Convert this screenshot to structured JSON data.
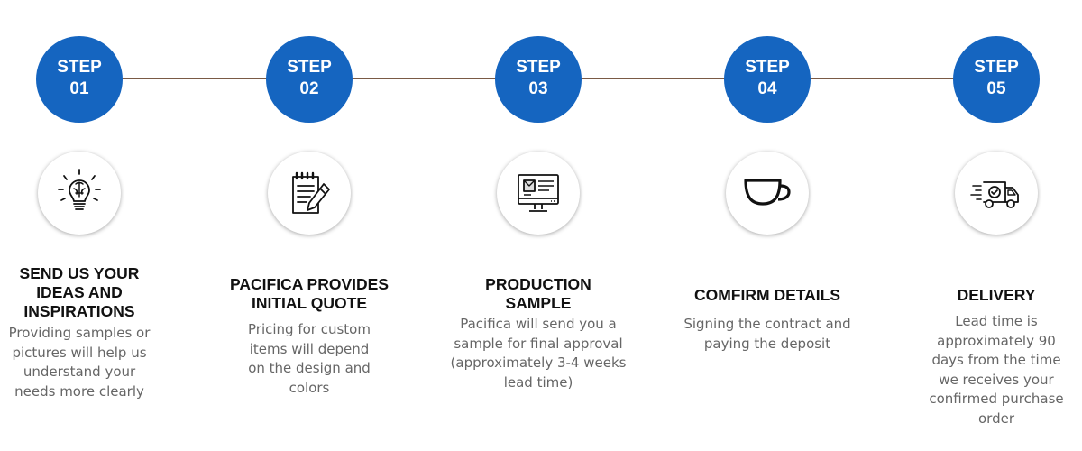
{
  "steps": [
    {
      "label": "STEP",
      "number": "01",
      "icon": "brain-lightbulb-icon",
      "title": [
        "SEND US YOUR",
        "IDEAS AND",
        "INSPIRATIONS"
      ],
      "description": [
        "Providing samples or",
        "pictures will help us",
        "understand your",
        "needs more clearly"
      ]
    },
    {
      "label": "STEP",
      "number": "02",
      "icon": "document-pen-icon",
      "title": [
        "PACIFICA PROVIDES",
        "INITIAL QUOTE"
      ],
      "description": [
        "Pricing for custom",
        "items will depend",
        "on the design and",
        "colors"
      ]
    },
    {
      "label": "STEP",
      "number": "03",
      "icon": "monitor-icon",
      "title": [
        "PRODUCTION",
        "SAMPLE"
      ],
      "description": [
        "Pacifica will send you a",
        "sample for final approval",
        "(approximately 3-4 weeks",
        "lead time)"
      ]
    },
    {
      "label": "STEP",
      "number": "04",
      "icon": "cup-icon",
      "title": [
        "COMFIRM DETAILS"
      ],
      "description": [
        "Signing the contract and",
        "paying the deposit"
      ]
    },
    {
      "label": "STEP",
      "number": "05",
      "icon": "delivery-truck-icon",
      "title": [
        "DELIVERY"
      ],
      "description": [
        "Lead time is",
        "approximately 90",
        "days from the time",
        "we receives your",
        "confirmed purchase",
        "order"
      ]
    }
  ],
  "colors": {
    "step_circle": "#1565c0",
    "connector": "#7a5a45",
    "title": "#111111",
    "description": "#666666"
  }
}
